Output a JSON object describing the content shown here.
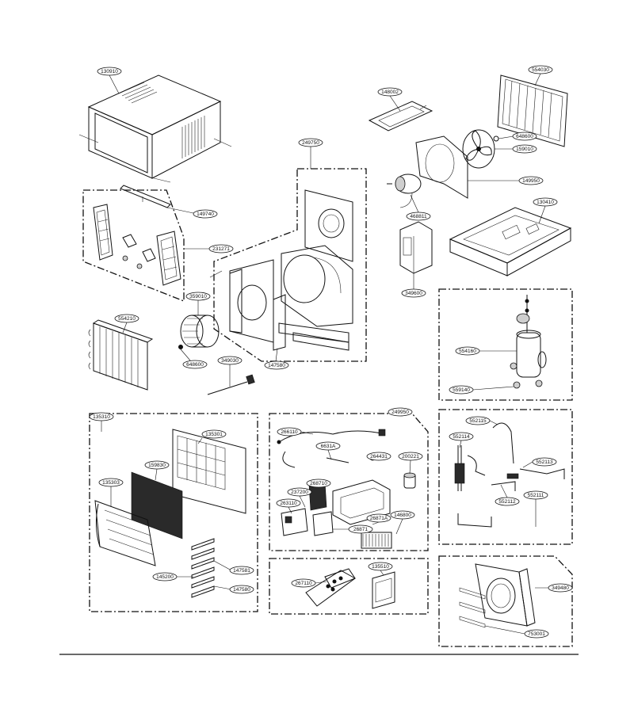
{
  "labels": {
    "cabinet": "130910",
    "top_cover": "148002",
    "condenser_coil": "554030",
    "fan_nut": "648600",
    "prop_fan": "159010",
    "shroud": "149950",
    "motor": "468811",
    "motor_mount": "349600",
    "base_pan": "130410",
    "scroll_assembly": "249750",
    "rail": "149740",
    "side_panels": "231271",
    "blower_wheel": "359010",
    "blower_nut": "648600",
    "evaporator": "554210",
    "drain_hose": "349030",
    "orifice": "147580",
    "compressor": "554160",
    "grommet": "559140",
    "front_assembly": "135310",
    "grille_frame": "135301",
    "filter": "159830",
    "front_panel": "135303",
    "front_panel_hw": "145200",
    "louver_upper": "147581",
    "louver_lower": "147580",
    "control_box": "249950",
    "wire_harness": "266110",
    "thermistor": "6631A",
    "capacitor_clip": "264431",
    "capacitor": "200221",
    "power_cord": "237200",
    "relay": "268710",
    "display_pcb": "263110",
    "terminal": "26871",
    "main_pcb": "26871A",
    "fuse": "146800",
    "remote": "267110",
    "remote_holder": "135510",
    "tube_1": "552115",
    "tube_2": "552114",
    "tube_3": "552113",
    "tube_4": "552112",
    "tube_5": "552111",
    "partition": "349480",
    "hardware": "753001"
  }
}
